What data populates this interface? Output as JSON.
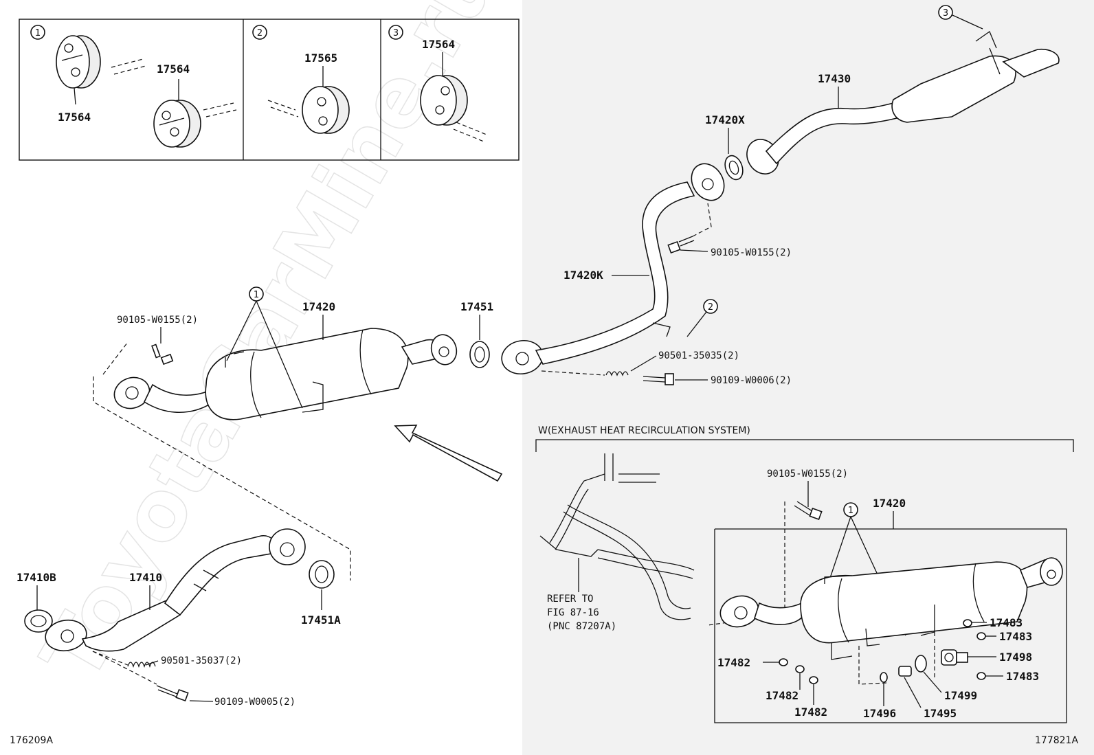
{
  "watermark": "ToyotaCarMine.ru",
  "inset_callouts": [
    "1",
    "2",
    "3"
  ],
  "inset_labels": {
    "p1_a": "17564",
    "p1_b": "17564",
    "p2": "17565",
    "p3": "17564"
  },
  "main_labels": {
    "bolt_90105_left": "90105-W0155(2)",
    "cat_17420": "17420",
    "gasket_17451": "17451",
    "pipe_17410B": "17410B",
    "pipe_17410": "17410",
    "gasket_17451A": "17451A",
    "spring_90501_35037": "90501-35037(2)",
    "bolt_90109_w0005": "90109-W0005(2)",
    "muffler_17430": "17430",
    "gasket_17420X": "17420X",
    "bolt_90105_right": "90105-W0155(2)",
    "pipe_17420K": "17420K",
    "spring_90501_35035": "90501-35035(2)",
    "bolt_90109_w0006": "90109-W0006(2)"
  },
  "callout_markers": {
    "hanger_left": "1",
    "hanger_pipe": "2",
    "hanger_muffler": "3",
    "hanger_sub": "1"
  },
  "subsection": {
    "title": "W(EXHAUST HEAT RECIRCULATION SYSTEM)",
    "refer_line1": "REFER TO",
    "refer_line2": "FIG 87-16",
    "refer_line3": "(PNC 87207A)",
    "bolt_90105": "90105-W0155(2)",
    "cat_17420": "17420",
    "p17483_a": "17483",
    "p17483_b": "17483",
    "p17498": "17498",
    "p17483_c": "17483",
    "p17482_a": "17482",
    "p17482_b": "17482",
    "p17482_c": "17482",
    "p17499": "17499",
    "p17496": "17496",
    "p17495": "17495"
  },
  "figure_ids": {
    "left": "176209A",
    "right": "177821A"
  },
  "colors": {
    "right_panel_bg": "#f2f2f2",
    "line": "#111111",
    "watermark": "#e4e4e4"
  }
}
